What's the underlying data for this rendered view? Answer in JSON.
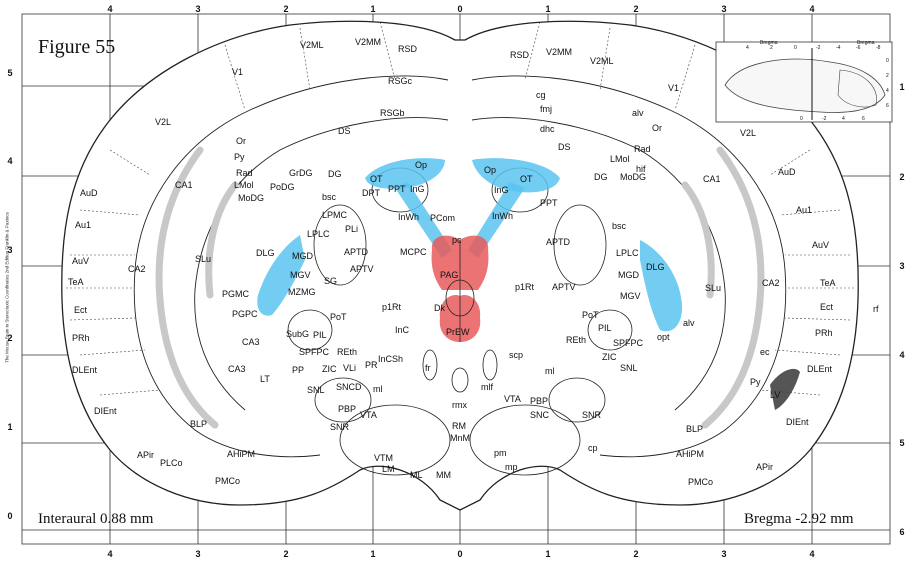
{
  "figure": {
    "title": "Figure 55",
    "interaural": "Interaural 0.88 mm",
    "bregma": "Bregma -2.92 mm",
    "side_credit": "The Mouse Brain in Stereotaxic Coordinates 2nd Edition Franklin & Paxinos"
  },
  "axes": {
    "top_ticks": [
      "4",
      "3",
      "2",
      "1",
      "0",
      "1",
      "2",
      "3",
      "4"
    ],
    "bottom_ticks": [
      "4",
      "3",
      "2",
      "1",
      "0",
      "1",
      "2",
      "3",
      "4"
    ],
    "left_ticks": [
      "5",
      "4",
      "3",
      "2",
      "1",
      "0"
    ],
    "right_ticks": [
      "1",
      "2",
      "3",
      "4",
      "5",
      "6"
    ]
  },
  "inset": {
    "top_ticks": [
      "4",
      "2",
      "0",
      "-2",
      "-4",
      "-6",
      "-8"
    ],
    "right_ticks": [
      "0",
      "2",
      "4",
      "6"
    ],
    "labels": [
      "Bregma",
      "Bregma",
      "0",
      "-2",
      "4",
      "6"
    ]
  },
  "colors": {
    "highlight_blue": "#5bc3f0",
    "highlight_red": "#e85a5a",
    "gray_band": "#c8c8c8",
    "line": "#222222"
  },
  "regions": {
    "left_cortex": [
      "V2ML",
      "V2MM",
      "RSD",
      "V1",
      "RSGc",
      "V2L",
      "RSGb",
      "DS",
      "AuD",
      "Au1",
      "AuV",
      "TeA",
      "Ect",
      "PRh",
      "DLEnt",
      "DIEnt",
      "APir",
      "PLCo",
      "PMCo",
      "AHiPM",
      "BLP",
      "CA1",
      "CA2",
      "CA3",
      "SLu",
      "Or",
      "Py",
      "Rad",
      "LMol",
      "MoDG",
      "GrDG",
      "PoDG",
      "DG",
      "LT"
    ],
    "left_thalamus": [
      "bsc",
      "LPMC",
      "LPLC",
      "PLi",
      "APTD",
      "APTV",
      "MCPC",
      "DLG",
      "MGD",
      "MGV",
      "MZMG",
      "SG",
      "PoT",
      "PIL",
      "REth",
      "PGMC",
      "PGPC",
      "SubG",
      "SPFPC",
      "ZIC",
      "VLi",
      "PP",
      "SNL",
      "SNCD",
      "PBP",
      "VTA",
      "SNR",
      "PR",
      "ml",
      "p1Rt",
      "InC",
      "InCSh",
      "CA3",
      "PCom",
      "OT",
      "DPT",
      "PPT",
      "InG",
      "InWh",
      "Op",
      "pc",
      "PAG",
      "Dk",
      "PrEW",
      "fr",
      "mlf",
      "rmx",
      "RM",
      "MnM",
      "VTM",
      "LM",
      "ML",
      "MM",
      "pm",
      "mp"
    ],
    "right_cortex": [
      "RSD",
      "V2MM",
      "V2ML",
      "V1",
      "cg",
      "fmj",
      "alv",
      "dhc",
      "Or",
      "DS",
      "LMol",
      "Rad",
      "hif",
      "MoDG",
      "DG",
      "CA1",
      "V2L",
      "AuD",
      "Au1",
      "AuV",
      "TeA",
      "Ect",
      "PRh",
      "DLEnt",
      "DIEnt",
      "APir",
      "PMCo",
      "AHiPM",
      "BLP",
      "CA2",
      "SLu",
      "ec",
      "Py",
      "LV",
      "rf",
      "cp"
    ],
    "right_thalamus": [
      "Op",
      "OT",
      "InG",
      "InWh",
      "PPT",
      "APTD",
      "APTV",
      "bsc",
      "LPLC",
      "MGD",
      "DLG",
      "MGV",
      "alv",
      "opt",
      "p1Rt",
      "PoT",
      "PIL",
      "REth",
      "SPFPC",
      "ZIC",
      "scp",
      "ml",
      "SNL",
      "VTA",
      "PBP",
      "SNC",
      "SNR"
    ]
  }
}
